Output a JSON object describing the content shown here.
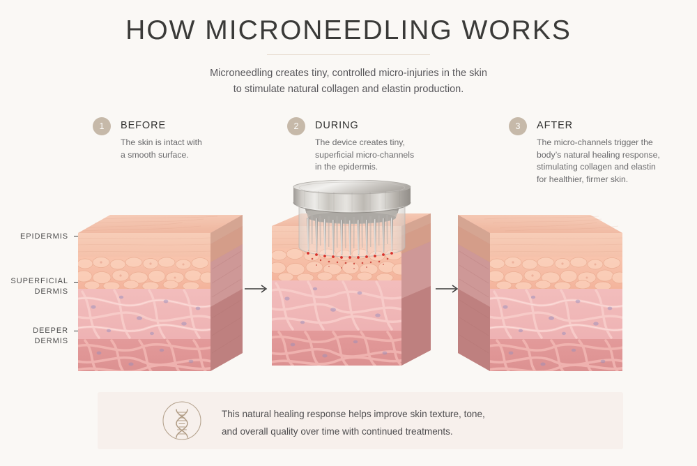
{
  "header": {
    "title": "HOW MICRONEEDLING WORKS",
    "subtitle_line1": "Microneedling creates tiny, controlled micro-injuries in the skin",
    "subtitle_line2": "to stimulate natural collagen and elastin production."
  },
  "steps": [
    {
      "number": "1",
      "label": "BEFORE",
      "desc_line1": "The skin is intact with",
      "desc_line2": "a smooth surface.",
      "desc_line3": "",
      "desc_line4": ""
    },
    {
      "number": "2",
      "label": "DURING",
      "desc_line1": "The device creates tiny,",
      "desc_line2": "superficial micro-channels",
      "desc_line3": "in the epidermis.",
      "desc_line4": ""
    },
    {
      "number": "3",
      "label": "AFTER",
      "desc_line1": "The micro-channels trigger the",
      "desc_line2": "body’s natural healing response,",
      "desc_line3": "stimulating collagen and elastin",
      "desc_line4": "for healthier, firmer skin."
    }
  ],
  "layer_labels": {
    "epidermis": "EPIDERMIS",
    "superficial_line1": "SUPERFICIAL",
    "superficial_line2": "DERMIS",
    "deeper_line1": "DEEPER",
    "deeper_line2": "DERMIS"
  },
  "banner": {
    "icon": "dna-helix-icon",
    "text_line1": "This natural healing response helps improve skin texture, tone,",
    "text_line2": "and overall quality over time with continued treatments."
  },
  "icons": {
    "arrow_1": "arrow-right-icon",
    "arrow_2": "arrow-right-icon"
  },
  "colors": {
    "background": "#faf8f5",
    "title_text": "#3a3a38",
    "accent_rule": "#e3d6c8",
    "badge": "#c6b9a9",
    "banner_bg": "#f7f0ec",
    "banner_icon": "#b3a18c",
    "epidermis_top": "#f3c3ae",
    "epidermis_cells": "#f6c0a9",
    "superficial_dermis": "#f0b6b6",
    "deeper_dermis": "#e09a9a",
    "device_metal": "#c9c6c2",
    "micro_injury": "#d8302a"
  }
}
